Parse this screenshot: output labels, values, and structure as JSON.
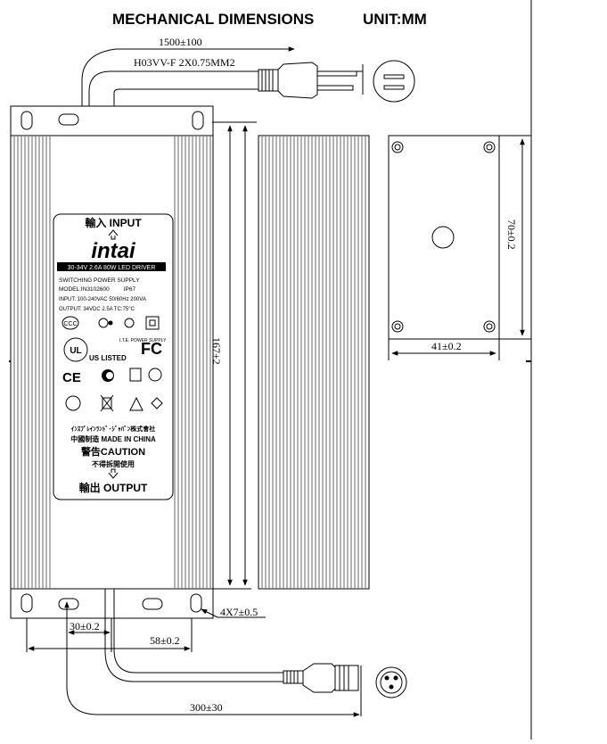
{
  "header": {
    "title": "MECHANICAL DIMENSIONS",
    "unit": "UNIT:MM"
  },
  "input_cable": {
    "length_dim": "1500±100",
    "spec": "H03VV-F 2X0.75MM2"
  },
  "main_body": {
    "height_dim": "167±2",
    "hole_dim": "4X7±0.5",
    "spacing_30": "30±0.2",
    "spacing_58": "58±0.2"
  },
  "end_view": {
    "width_dim": "41±0.2",
    "height_dim": "70±0.2"
  },
  "output_cable": {
    "length_dim": "300±30"
  },
  "label": {
    "input_zh": "輸入",
    "input_en": "INPUT",
    "brand": "intai",
    "model_banner": "30-34V 2.6A 80W LED DRIVER",
    "line1": "SWITCHING POWER SUPPLY",
    "line2_prefix": "MODEL:",
    "line2_model": "IN3102600",
    "line2_suffix": "IP67",
    "line3": "INPUT: 100-240VAC 50/60Hz 200VA",
    "line4": "OUTPUT: 34VDC 2.5A  TC:75°C",
    "cert_fcc": "FC",
    "cert_ul": "US LISTED",
    "cert_ce": "CE",
    "company": "ｲﾝｽﾌﾟﾚｲﾝﾗﾝﾄﾞ･ｼﾞｬﾊﾟﾝ株式會社",
    "made_in": "中國制造  MADE IN CHINA",
    "caution": "警告CAUTION",
    "caution_zh": "不得拆開使用",
    "output_zh": "輸出",
    "output_en": "OUTPUT"
  }
}
